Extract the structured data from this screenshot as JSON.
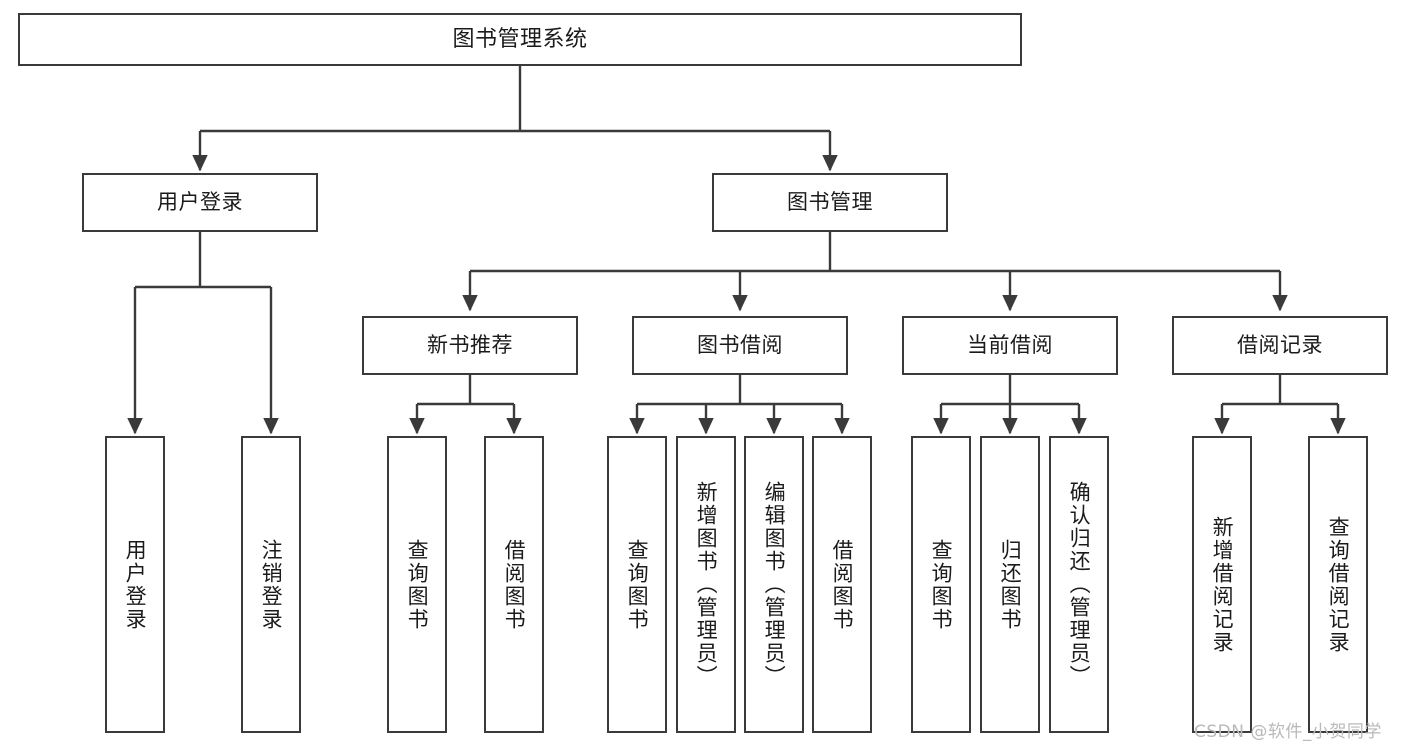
{
  "diagram": {
    "title": "图书管理系统",
    "type": "tree-hierarchy-chart",
    "stroke_color": "#3a3a3a",
    "background_color": "#ffffff",
    "text_color": "#1b1b1b"
  },
  "nodes": {
    "root": {
      "label": "图书管理系统"
    },
    "level2": [
      {
        "label": "用户登录"
      },
      {
        "label": "图书管理"
      }
    ],
    "level3": [
      {
        "label": "新书推荐"
      },
      {
        "label": "图书借阅"
      },
      {
        "label": "当前借阅"
      },
      {
        "label": "借阅记录"
      }
    ],
    "leaves": {
      "user_login": [
        {
          "label": "用户登录"
        },
        {
          "label": "注销登录"
        }
      ],
      "new_book_recommend": [
        {
          "label": "查询图书"
        },
        {
          "label": "借阅图书"
        }
      ],
      "book_borrow": [
        {
          "label": "查询图书"
        },
        {
          "label": "新增图书（管理员）"
        },
        {
          "label": "编辑图书（管理员）"
        },
        {
          "label": "借阅图书"
        }
      ],
      "current_borrow": [
        {
          "label": "查询图书"
        },
        {
          "label": "归还图书"
        },
        {
          "label": "确认归还（管理员）"
        }
      ],
      "borrow_record": [
        {
          "label": "新增借阅记录"
        },
        {
          "label": "查询借阅记录"
        }
      ]
    }
  },
  "watermark": {
    "text": "CSDN @软件_小贺同学"
  }
}
